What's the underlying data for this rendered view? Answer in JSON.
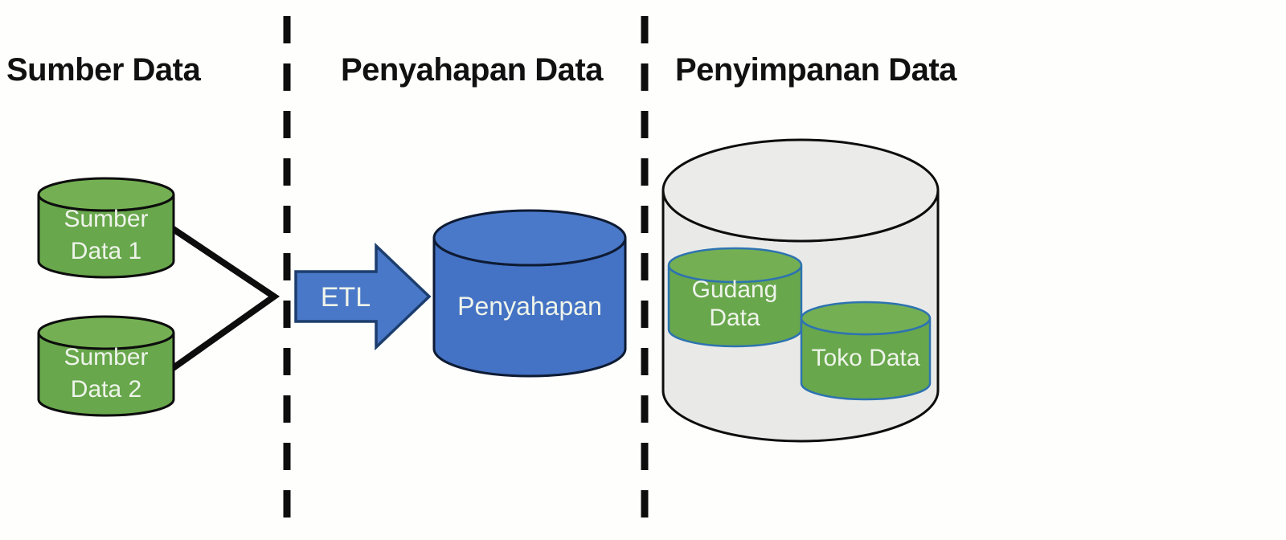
{
  "colors": {
    "page_bg": "#fefefd",
    "header_text": "#111111",
    "shape_text": "#eef4ea",
    "green_body": "#68a74c",
    "green_top": "#74b053",
    "teal_outline": "#2e73b0",
    "blue_body": "#4472c4",
    "blue_top": "#4b79c9",
    "blue_outline": "#0e1b33",
    "arrow_fill": "#4a78c8",
    "arrow_outline": "#1c3e6e",
    "gray_body": "#e9eae8",
    "gray_top": "#ebece9",
    "outline_dark": "#0d0d0d",
    "divider_color": "#0d0d0d"
  },
  "sections": {
    "source": {
      "title": "Sumber Data"
    },
    "staging": {
      "title": "Penyahapan Data"
    },
    "storage": {
      "title": "Penyimpanan Data"
    }
  },
  "shapes": {
    "source_db1": {
      "line1": "Sumber",
      "line2": "Data 1"
    },
    "source_db2": {
      "line1": "Sumber",
      "line2": "Data 2"
    },
    "etl_arrow": {
      "label": "ETL"
    },
    "staging_db": {
      "label": "Penyahapan"
    },
    "warehouse_db": {
      "line1": "Gudang",
      "line2": "Data"
    },
    "mart_db": {
      "label": "Toko Data"
    }
  }
}
